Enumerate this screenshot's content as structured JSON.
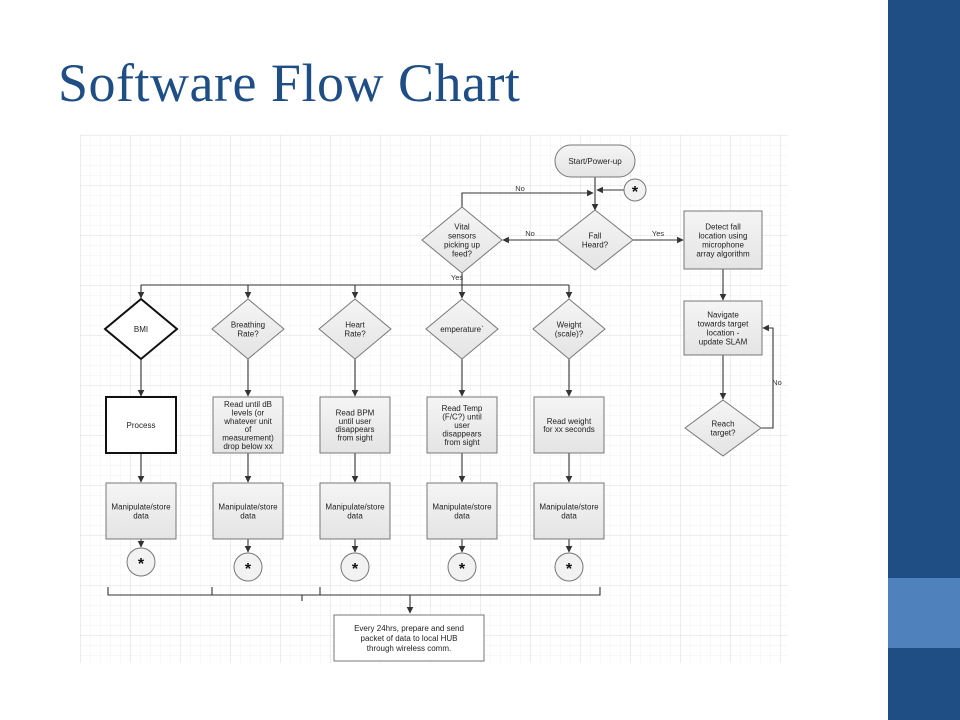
{
  "slide": {
    "title": "Software Flow Chart",
    "colors": {
      "title": "#1f4e85",
      "bar_dark": "#1f4e85",
      "bar_accent": "#4f81bd"
    }
  },
  "flowchart": {
    "nodes": {
      "start": "Start/Power-up",
      "connector": "*",
      "fall_heard": [
        "Fall",
        "Heard?"
      ],
      "vital_sensors": [
        "Vital",
        "sensors",
        "picking up",
        "feed?"
      ],
      "detect_fall": [
        "Detect fall",
        "location using",
        "microphone",
        "array algorithm"
      ],
      "navigate": [
        "Navigate",
        "towards target",
        "location -",
        "update SLAM"
      ],
      "reach_target": [
        "Reach",
        "target?"
      ],
      "bmi": [
        "BMI"
      ],
      "breathing": [
        "Breathing",
        "Rate?"
      ],
      "heart": [
        "Heart",
        "Rate?"
      ],
      "temperature": [
        "emperature`"
      ],
      "weight": [
        "Weight",
        "(scale)?"
      ],
      "process": [
        "Process"
      ],
      "read_db": [
        "Read until dB",
        "levels (or",
        "whatever unit",
        "of",
        "measurement)",
        "drop below xx"
      ],
      "read_bpm": [
        "Read BPM",
        "until user",
        "disappears",
        "from sight"
      ],
      "read_temp": [
        "Read Temp",
        "(F/C?) until",
        "user",
        "disappears",
        "from sight"
      ],
      "read_weight": [
        "Read weight",
        "for xx seconds"
      ],
      "manipulate": [
        "Manipulate/store",
        "data"
      ],
      "summary": [
        "Every 24hrs, prepare and send",
        "packet of data to local HUB",
        "through wireless comm."
      ]
    },
    "edge_labels": {
      "no": "No",
      "yes": "Yes"
    }
  }
}
